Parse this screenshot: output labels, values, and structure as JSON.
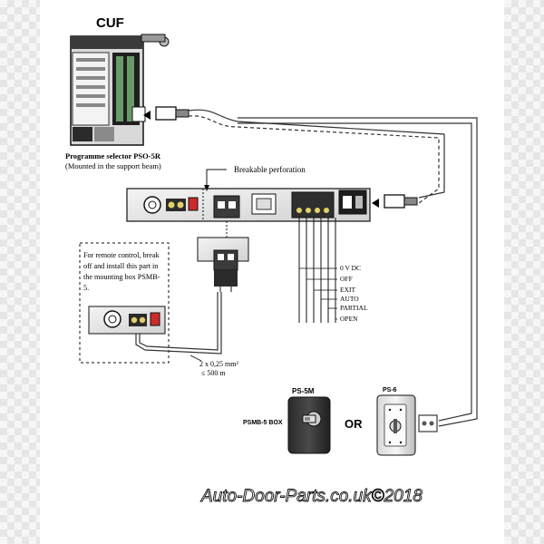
{
  "diagram": {
    "title": "CUF",
    "selector_title": "Programme selector PSO-5R",
    "selector_note": "(Mounted in the support beam)",
    "breakable_label": "Breakable perforation",
    "remote_note": [
      "For remote control, break",
      "off and install this part in",
      "the mounting box PSMB-",
      "5."
    ],
    "cable_spec_1": "2 x 0,25 mm²",
    "cable_spec_2": "≤ 500 m",
    "terminals": [
      "0 V DC",
      "OFF",
      "EXIT",
      "AUTO",
      "PARTIAL",
      "OPEN"
    ],
    "ps5m_label": "PS-5M",
    "psmb5_label": "PSMB-5 BOX",
    "or_label": "OR",
    "ps6_label": "PS-6",
    "watermark": "Auto-Door-Parts.co.uk©2018"
  }
}
